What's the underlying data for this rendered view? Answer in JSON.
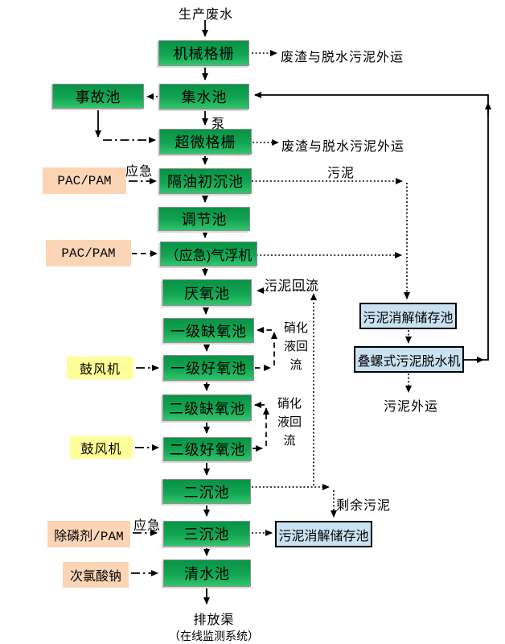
{
  "colors": {
    "process_box_top": "#089245",
    "process_box_bottom": "#33C56C",
    "chemical_box": "#FBD5B5",
    "blower_box": "#FFFF99",
    "sludge_box": "#C9E2F1",
    "line": "#000000"
  },
  "nodes": {
    "mechanical_screen": "机械格栅",
    "collection_tank": "集水池",
    "accident_tank": "事故池",
    "ultrafine_screen": "超微格栅",
    "oil_separation_primary_tank": "隔油初沉池",
    "regulating_tank": "调节池",
    "air_flotation": "（应急)气浮机",
    "anaerobic_tank": "厌氧池",
    "anoxic_tank_1": "一级缺氧池",
    "aerobic_tank_1": "一级好氧池",
    "anoxic_tank_2": "二级缺氧池",
    "aerobic_tank_2": "二级好氧池",
    "secondary_sedimentation_tank": "二沉池",
    "tertiary_sedimentation_tank": "三沉池",
    "clean_water_tank": "清水池",
    "pac_pam_1": "PAC/PAM",
    "pac_pam_2": "PAC/PAM",
    "blower_1": "鼓风机",
    "blower_2": "鼓风机",
    "phosphorus_removal_pam": "除磷剂/PAM",
    "sodium_hypochlorite": "次氯酸钠",
    "sludge_digestion_storage_1": "污泥消解储存池",
    "screw_sludge_dewaterer": "叠螺式污泥脱水机",
    "sludge_digestion_storage_2": "污泥消解储存池"
  },
  "labels": {
    "influent": "生产废水",
    "waste_out_1": "废渣与脱水污泥外运",
    "waste_out_2": "废渣与脱水污泥外运",
    "pump": "泵",
    "emergency_1": "应急",
    "emergency_2": "应急",
    "sludge": "污泥",
    "sludge_return": "污泥回流",
    "nitrified_return_1": "硝化液回流",
    "nitrified_return_2": "硝化液回流",
    "excess_sludge": "剩余污泥",
    "sludge_out": "污泥外运",
    "discharge": "排放渠",
    "monitor": "（在线监测系统）"
  }
}
